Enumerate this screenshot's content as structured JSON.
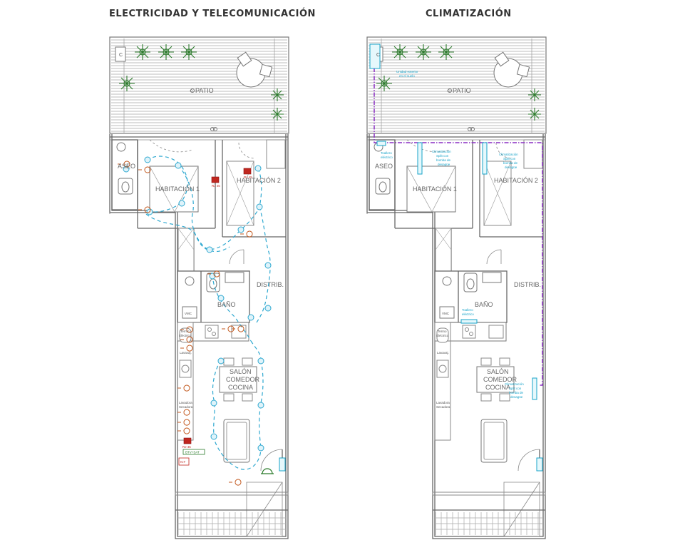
{
  "titles": {
    "left": "ELECTRICIDAD Y TELECOMUNICACIÓN",
    "right": "CLIMATIZACIÓN"
  },
  "rooms": {
    "patio": "PATIO",
    "aseo": "ASEO",
    "habitacion1": "HABITACIÓN 1",
    "habitacion2": "HABITACIÓN 2",
    "distrib": "DISTRIB.",
    "bano": "BAÑO",
    "salon1": "SALÓN",
    "salon2": "COMEDOR",
    "salon3": "COCINA"
  },
  "labels": {
    "c": "C",
    "vmc": "VMC",
    "termo1": "Termo",
    "termo2": "Eléctrico",
    "lavavaj": "Lavavaj.",
    "lavadora1": "Lavadora",
    "lavadora2": "Secadora",
    "rj45": "RJ 45",
    "tv_sat": "BTV+SAT",
    "ict": "ICT"
  },
  "clima_labels": {
    "unidad1": "Unidad exterior",
    "unidad2": "en el suelo",
    "toallero1": "Toallero",
    "toallero2": "eléctrico",
    "split1": "Climatización",
    "split2": "Split con",
    "split3": "bomba de",
    "split4": "desagüe"
  },
  "colors": {
    "circuit": "#2ea8d0",
    "rj45": "#c0271f",
    "duct": "#8a2fc4",
    "split": "#17a3c9",
    "plant": "#2a7a2a",
    "wall": "#666666"
  }
}
